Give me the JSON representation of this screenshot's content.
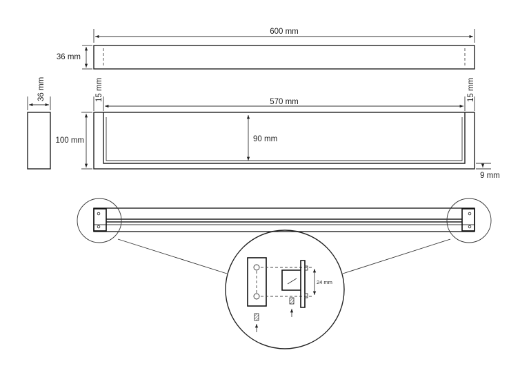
{
  "dimensions": {
    "top_width": "600 mm",
    "top_height": "36 mm",
    "side_depth": "36 mm",
    "front_height": "100 mm",
    "left_inset": "15 mm",
    "right_inset": "15 mm",
    "inner_width": "570 mm",
    "inner_height": "90 mm",
    "bottom_gap": "9 mm",
    "detail_spacing": "24 mm"
  },
  "icons": [
    "arrow-up-icon",
    "screw-icon",
    "mounting-hole-icon",
    "magnifier-circle-icon"
  ]
}
